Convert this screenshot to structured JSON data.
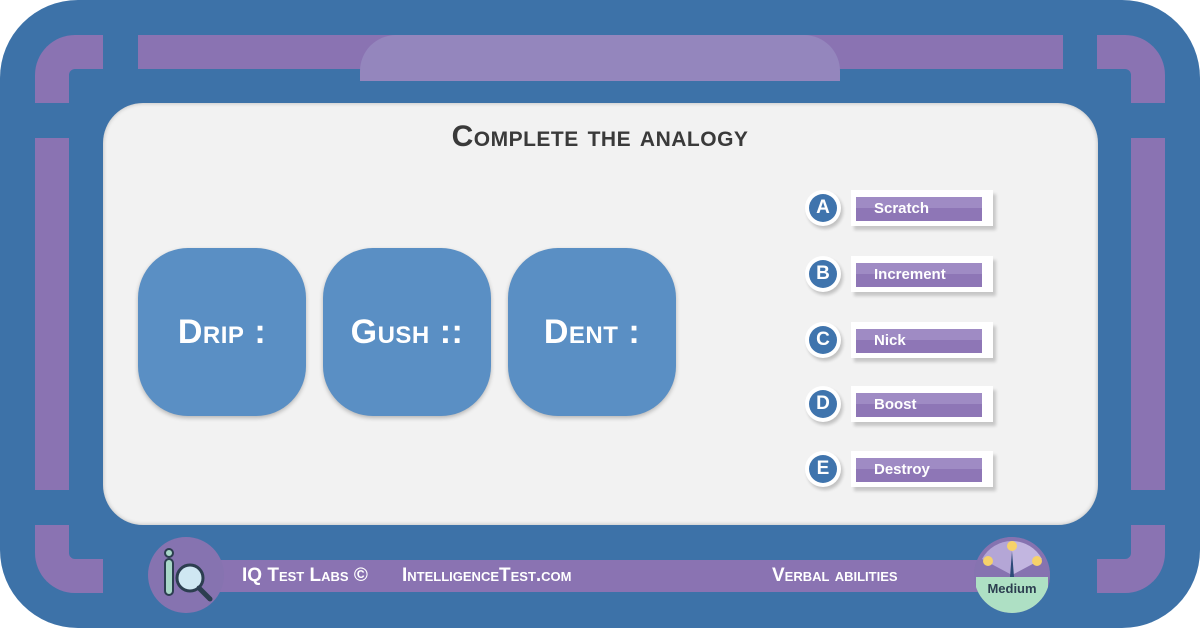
{
  "title": "Complete the analogy",
  "analogy": {
    "words": [
      "Drip :",
      "Gush ::",
      "Dent :"
    ]
  },
  "options": [
    {
      "letter": "A",
      "text": "Scratch"
    },
    {
      "letter": "B",
      "text": "Increment"
    },
    {
      "letter": "C",
      "text": "Nick"
    },
    {
      "letter": "D",
      "text": "Boost"
    },
    {
      "letter": "E",
      "text": "Destroy"
    }
  ],
  "footer": {
    "brand": "IQ Test Labs ©",
    "site": "IntelligenceTest.com",
    "category": "Verbal abilities",
    "difficulty": "Medium"
  },
  "colors": {
    "frame": "#3d72a8",
    "accent_purple": "#8a73b2",
    "word_box": "#5a8fc4",
    "panel": "#f2f2f2"
  },
  "icons": {
    "logo": "iq-magnifier-icon",
    "difficulty": "difficulty-meter-icon"
  }
}
